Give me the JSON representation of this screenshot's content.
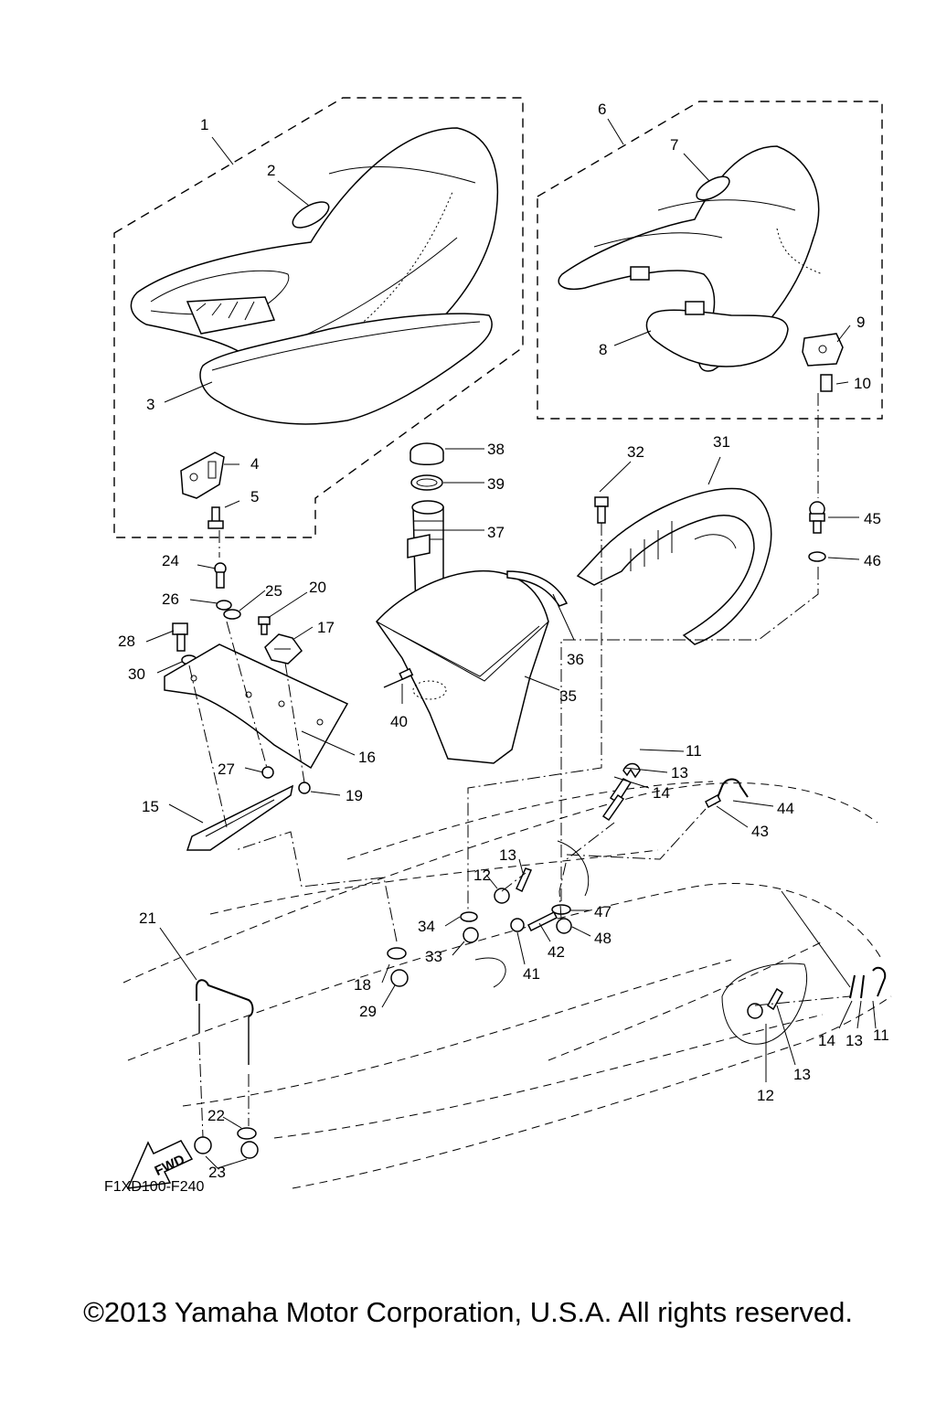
{
  "figure_code": "F1XD100-F240",
  "copyright": "©2013 Yamaha Motor Corporation, U.S.A. All rights reserved.",
  "fwd_label": "FWD",
  "callouts": {
    "n1": "1",
    "n2": "2",
    "n3": "3",
    "n4": "4",
    "n5": "5",
    "n6": "6",
    "n7": "7",
    "n8": "8",
    "n9": "9",
    "n10": "10",
    "n11a": "11",
    "n11b": "11",
    "n12a": "12",
    "n12b": "12",
    "n13a": "13",
    "n13b": "13",
    "n13c": "13",
    "n13d": "13",
    "n14a": "14",
    "n14b": "14",
    "n15": "15",
    "n16": "16",
    "n17": "17",
    "n18": "18",
    "n19": "19",
    "n20": "20",
    "n21": "21",
    "n22": "22",
    "n23": "23",
    "n24": "24",
    "n25": "25",
    "n26": "26",
    "n27": "27",
    "n28": "28",
    "n29": "29",
    "n30": "30",
    "n31": "31",
    "n32": "32",
    "n33": "33",
    "n34": "34",
    "n35": "35",
    "n36": "36",
    "n37": "37",
    "n38": "38",
    "n39": "39",
    "n40": "40",
    "n41": "41",
    "n42": "42",
    "n43": "43",
    "n44": "44",
    "n45": "45",
    "n46": "46",
    "n47": "47",
    "n48": "48"
  }
}
